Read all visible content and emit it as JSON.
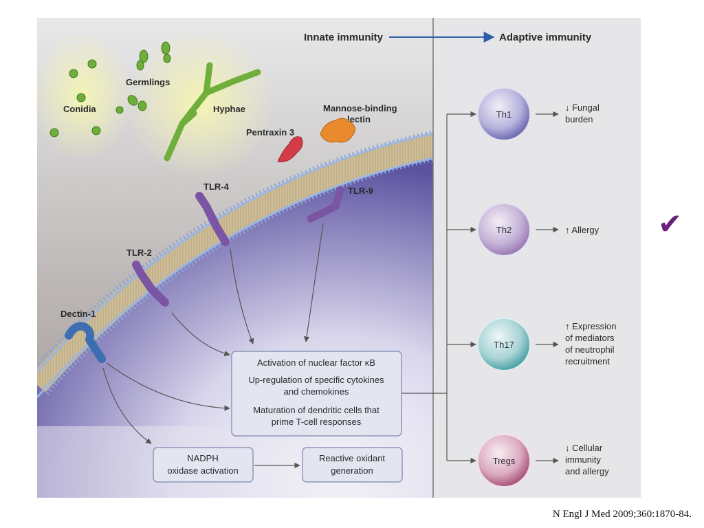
{
  "header": {
    "innate": "Innate immunity",
    "adaptive": "Adaptive immunity"
  },
  "fungi": {
    "conidia": "Conidia",
    "germlings": "Germlings",
    "hyphae": "Hyphae"
  },
  "ligands": {
    "pentraxin": "Pentraxin 3",
    "mbl_line1": "Mannose-binding",
    "mbl_line2": "lectin"
  },
  "receptors": {
    "tlr4": "TLR-4",
    "tlr9": "TLR-9",
    "tlr2": "TLR-2",
    "dectin": "Dectin-1"
  },
  "central_box": {
    "line1": "Activation of nuclear factor κB",
    "line2": "Up-regulation of specific cytokines",
    "line3": "and chemokines",
    "line4": "Maturation of dendritic cells that",
    "line5": "prime T-cell responses"
  },
  "nadph_box": {
    "line1": "NADPH",
    "line2": "oxidase activation"
  },
  "ros_box": {
    "line1": "Reactive oxidant",
    "line2": "generation"
  },
  "cells": {
    "th1": {
      "label": "Th1",
      "effect": [
        "↓ Fungal",
        "burden"
      ],
      "color": "#6e6bb3"
    },
    "th2": {
      "label": "Th2",
      "effect": [
        "↑ Allergy"
      ],
      "color": "#9a7cb8"
    },
    "th17": {
      "label": "Th17",
      "effect": [
        "↑ Expression",
        "of mediators",
        "of neutrophil",
        "recruitment"
      ],
      "color": "#4fa3a8"
    },
    "tregs": {
      "label": "Tregs",
      "effect": [
        "↓ Cellular",
        "immunity",
        "and allergy"
      ],
      "color": "#a8557a"
    }
  },
  "citation": "N Engl J Med 2009;360:1870-84.",
  "checkmark": "✔",
  "colors": {
    "panel_bg": "#e6e6e8",
    "fungi": "#6fae3a",
    "receptor": "#7a55a3",
    "dectin": "#3d6fb0",
    "pentraxin": "#d23c48",
    "mbl": "#e98a2e",
    "accent_arrow": "#2f5ea8",
    "check": "#6a1f7a"
  }
}
